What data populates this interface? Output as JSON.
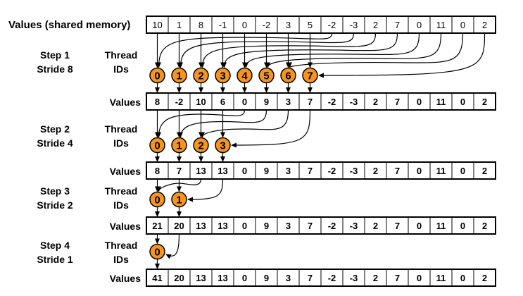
{
  "title": "Values (shared memory)",
  "values_label": "Values",
  "thread_label_line1": "Thread",
  "thread_label_line2": "IDs",
  "colors": {
    "thread_fill": "#f7941d",
    "stroke": "#000000"
  },
  "initial_values": [
    "10",
    "1",
    "8",
    "-1",
    "0",
    "-2",
    "3",
    "5",
    "-2",
    "-3",
    "2",
    "7",
    "0",
    "11",
    "0",
    "2"
  ],
  "steps": [
    {
      "step": "Step 1",
      "stride": "Stride 8",
      "threads": [
        "0",
        "1",
        "2",
        "3",
        "4",
        "5",
        "6",
        "7"
      ],
      "values": [
        "8",
        "-2",
        "10",
        "6",
        "0",
        "9",
        "3",
        "7",
        "-2",
        "-3",
        "2",
        "7",
        "0",
        "11",
        "0",
        "2"
      ]
    },
    {
      "step": "Step 2",
      "stride": "Stride 4",
      "threads": [
        "0",
        "1",
        "2",
        "3"
      ],
      "values": [
        "8",
        "7",
        "13",
        "13",
        "0",
        "9",
        "3",
        "7",
        "-2",
        "-3",
        "2",
        "7",
        "0",
        "11",
        "0",
        "2"
      ]
    },
    {
      "step": "Step 3",
      "stride": "Stride 2",
      "threads": [
        "0",
        "1"
      ],
      "values": [
        "21",
        "20",
        "13",
        "13",
        "0",
        "9",
        "3",
        "7",
        "-2",
        "-3",
        "2",
        "7",
        "0",
        "11",
        "0",
        "2"
      ]
    },
    {
      "step": "Step 4",
      "stride": "Stride 1",
      "threads": [
        "0"
      ],
      "values": [
        "41",
        "20",
        "13",
        "13",
        "0",
        "9",
        "3",
        "7",
        "-2",
        "-3",
        "2",
        "7",
        "0",
        "11",
        "0",
        "2"
      ]
    }
  ]
}
